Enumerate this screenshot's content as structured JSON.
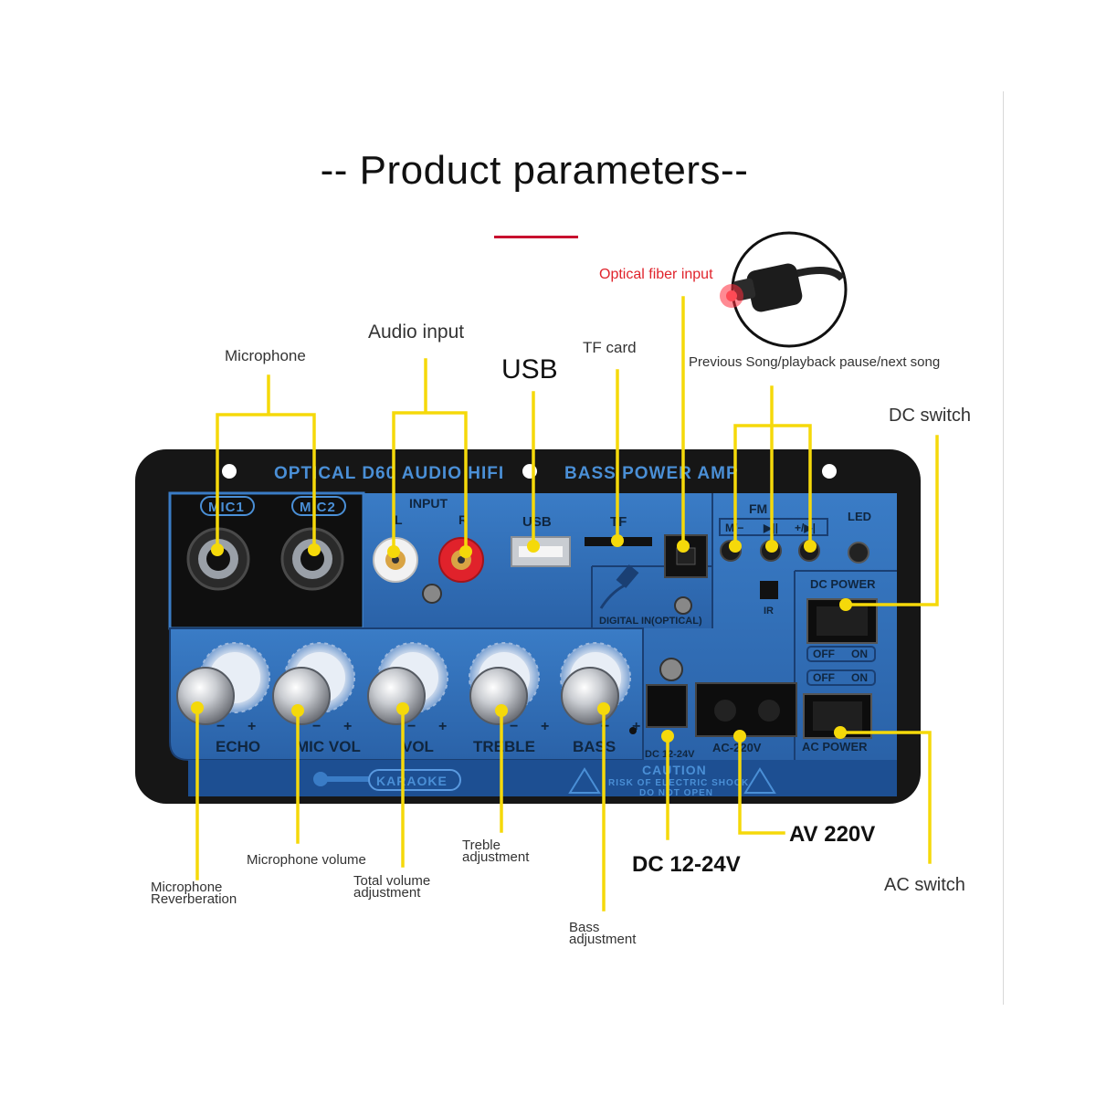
{
  "heading": "-- Product parameters--",
  "callouts": {
    "microphone": "Microphone",
    "audio_input": "Audio input",
    "usb": "USB",
    "tf_card": "TF card",
    "optical_fiber_input": "Optical fiber input",
    "prev_play_next": "Previous Song/playback pause/next song",
    "dc_switch": "DC switch",
    "mic_reverb": "Microphone\nReverberation",
    "mic_volume": "Microphone volume",
    "total_volume": "Total volume\nadjustment",
    "treble_adj": "Treble\nadjustment",
    "bass_adj": "Bass\nadjustment",
    "dc_12_24": "DC 12-24V",
    "av_220": "AV 220V",
    "ac_switch": "AC switch"
  },
  "panel": {
    "brand_left": "OPTICAL D60 AUDIO HIFI",
    "brand_right": "BASS POWER AMP",
    "mic1": "MIC1",
    "mic2": "MIC2",
    "input": "INPUT",
    "l": "L",
    "r": "R",
    "usb": "USB",
    "tf": "TF",
    "digital_in": "DIGITAL IN(OPTICAL)",
    "fm": "FM",
    "btn_prev": "M/−",
    "btn_play": "▶||",
    "btn_next": "+/▶|",
    "led": "LED",
    "ir": "IR",
    "dc_power": "DC POWER",
    "ac_power": "AC POWER",
    "off": "OFF",
    "on": "ON",
    "knobs": [
      "ECHO",
      "MIC VOL",
      "VOL",
      "TREBLE",
      "BASS"
    ],
    "minus": "−",
    "plus": "+",
    "karaoke": "KARAOKE",
    "dc_jack": "DC 12-24V",
    "ac_socket": "AC-220V",
    "caution": "CAUTION",
    "caution_line1": "RISK OF ELECTRIC SHOCK",
    "caution_line2": "DO NOT OPEN"
  },
  "colors": {
    "accent_red": "#c8102e",
    "callout_yellow": "#f5d90a",
    "panel_blue": "#2f6fb8",
    "panel_black": "#141414"
  }
}
